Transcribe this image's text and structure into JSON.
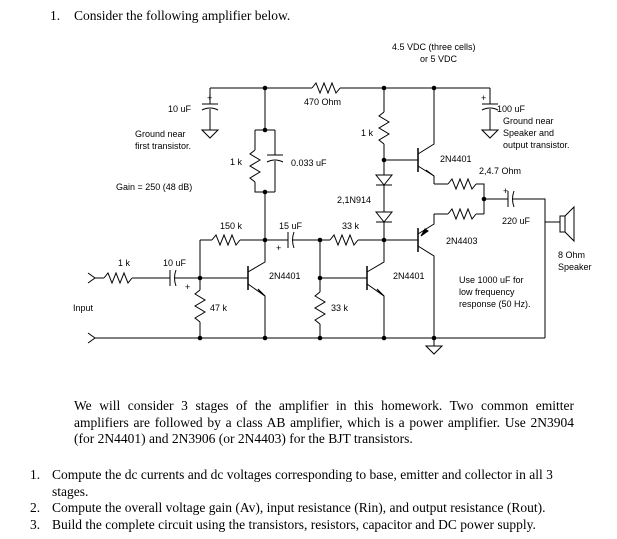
{
  "question": {
    "number": "1.",
    "text": "Consider the following amplifier below."
  },
  "schematic": {
    "supply": {
      "line1": "4.5 VDC (three cells)",
      "line2": "or 5 VDC"
    },
    "labels": {
      "r470": "470 Ohm",
      "c10_left": "10 uF",
      "ground_first_1": "Ground near",
      "ground_first_2": "first transistor.",
      "c100": "100 uF",
      "ground_out_1": "Ground near",
      "ground_out_2": "Speaker and",
      "ground_out_3": "output transistor.",
      "r1k_top": "1 k",
      "r1k_mid": "1 k",
      "c033": "0.033 uF",
      "gain": "Gain = 250 (48 dB)",
      "diode": "2,1N914",
      "q_top": "2N4401",
      "r47_out": "2,4.7 Ohm",
      "c220": "220 uF",
      "r150": "150 k",
      "c15": "15 uF",
      "r33k_top": "33 k",
      "q_bottom_out": "2N4403",
      "speaker_1": "8 Ohm",
      "speaker_2": "Speaker",
      "r1k_in": "1 k",
      "c10_in": "10 uF",
      "q1": "2N4401",
      "q2": "2N4401",
      "note_1": "Use 1000 uF for",
      "note_2": "low frequency",
      "note_3": "response (50 Hz).",
      "input": "Input",
      "r47k": "47 k",
      "r33k_bottom": "33 k",
      "plus": "+"
    }
  },
  "paragraph": "We will consider 3 stages of the amplifier in this homework. Two common emitter amplifiers are followed by a class AB amplifier, which is a power amplifier. Use 2N3904 (for 2N4401) and 2N3906 (or 2N4403) for the BJT transistors.",
  "tasks": [
    {
      "num": "1.",
      "text": "Compute the dc currents and dc voltages corresponding to base, emitter and collector in all 3 stages."
    },
    {
      "num": "2.",
      "text": "Compute the overall voltage gain (Av), input resistance (Rin), and output resistance (Rout)."
    },
    {
      "num": "3.",
      "text": "Build the complete circuit using the transistors, resistors, capacitor and DC power supply."
    }
  ]
}
